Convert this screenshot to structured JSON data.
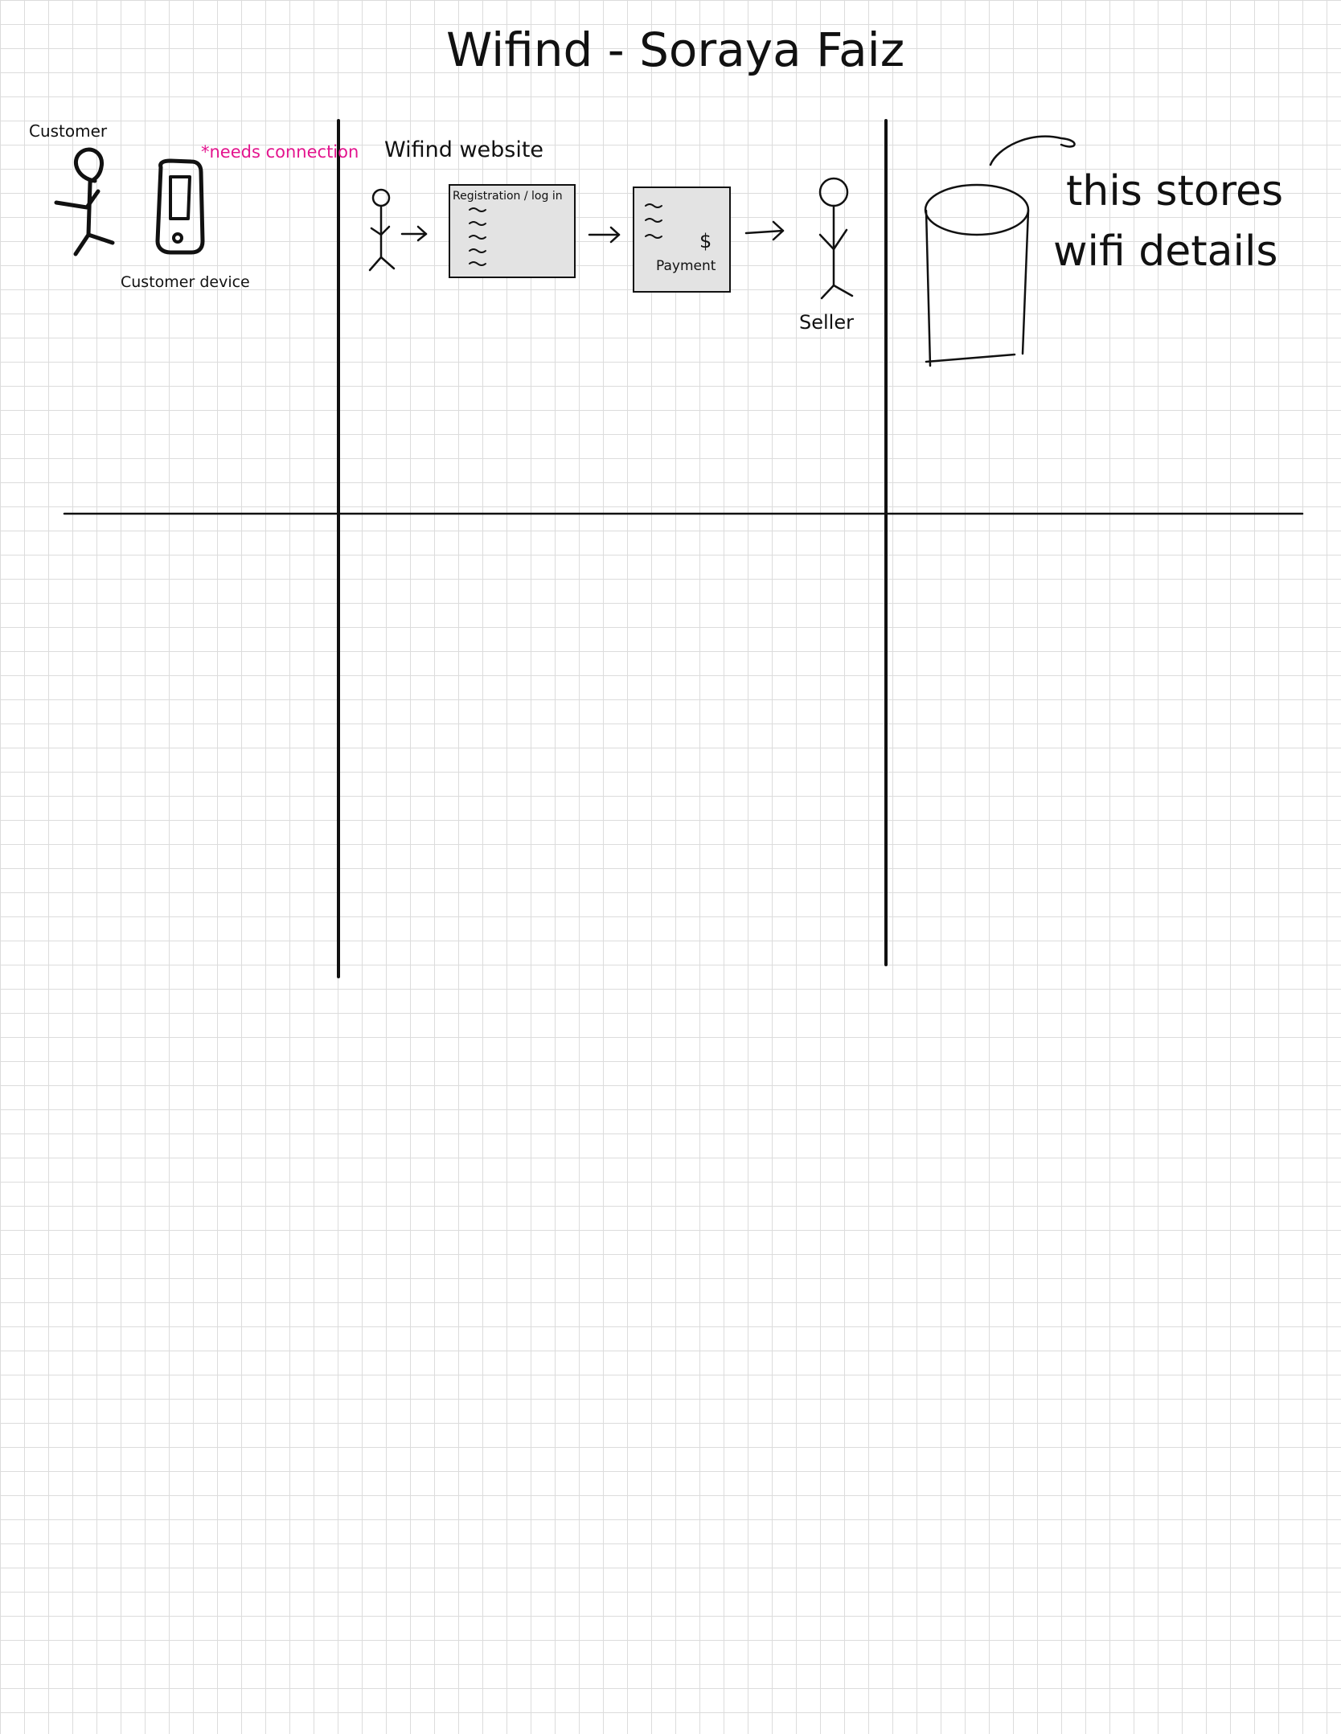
{
  "title": "Wifind - Soraya Faiz",
  "colors": {
    "ink": "#111111",
    "note": "#e3158e",
    "form_fill": "#e3e3e3",
    "grid": "#dcdcdc"
  },
  "customer_section": {
    "customer_label": "Customer",
    "device_label": "Customer device",
    "note": "*needs connection",
    "device_icon": "phone-icon"
  },
  "website_section": {
    "label": "Wifind website",
    "registration_form": {
      "title": "Registration / log in"
    },
    "payment_form": {
      "currency_symbol": "$",
      "label": "Payment"
    },
    "seller_label": "Seller"
  },
  "storage_section": {
    "icon": "database-icon",
    "note_line1": "this stores",
    "note_line2": "wifi details"
  }
}
